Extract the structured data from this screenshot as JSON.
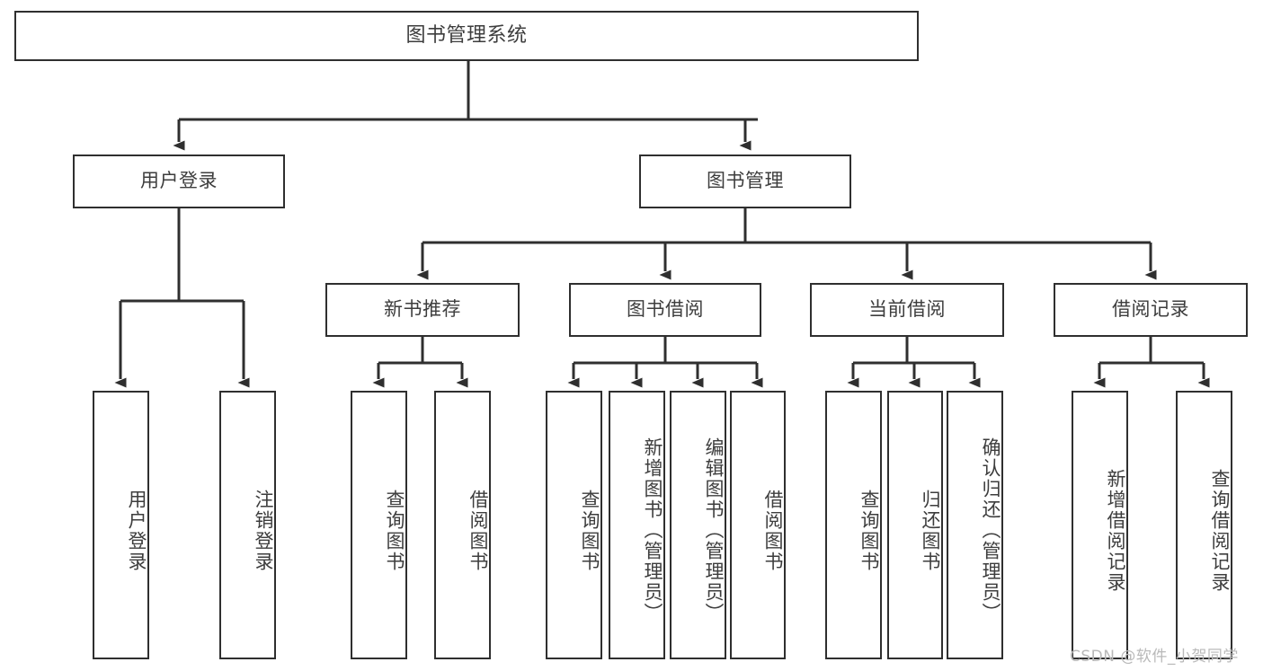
{
  "diagram": {
    "title": "图书管理系统",
    "type": "hierarchy-tree",
    "line_color": "#2f2f2f",
    "text_color": "#3d3d3d",
    "background": "#ffffff",
    "watermark": "CSDN @软件_小贺同学"
  },
  "nodes": {
    "root": {
      "label": "图书管理系统"
    },
    "level1": [
      {
        "label": "用户登录"
      },
      {
        "label": "图书管理"
      }
    ],
    "level2": [
      {
        "label": "新书推荐"
      },
      {
        "label": "图书借阅"
      },
      {
        "label": "当前借阅"
      },
      {
        "label": "借阅记录"
      }
    ],
    "leaves": {
      "user_login": [
        {
          "label": "用户登录"
        },
        {
          "label": "注销登录"
        }
      ],
      "new_book": [
        {
          "label": "查询图书"
        },
        {
          "label": "借阅图书"
        }
      ],
      "book_borrow": [
        {
          "label": "查询图书"
        },
        {
          "label": "新增图书（管理员）"
        },
        {
          "label": "编辑图书（管理员）"
        },
        {
          "label": "借阅图书"
        }
      ],
      "current_borrow": [
        {
          "label": "查询图书"
        },
        {
          "label": "归还图书"
        },
        {
          "label": "确认归还（管理员）"
        }
      ],
      "borrow_record": [
        {
          "label": "新增借阅记录"
        },
        {
          "label": "查询借阅记录"
        }
      ]
    }
  }
}
